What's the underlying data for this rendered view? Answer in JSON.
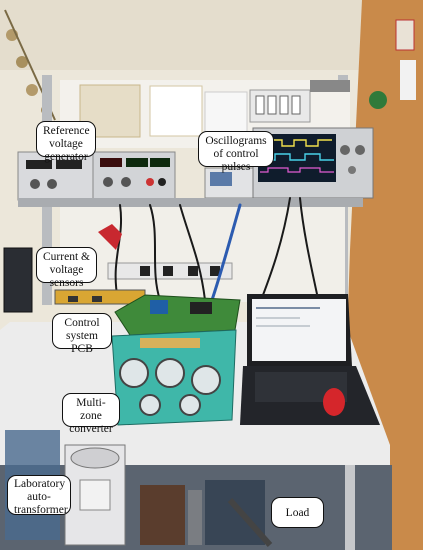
{
  "labels": {
    "reference_generator": "Reference voltage generator",
    "oscillograms": "Oscillograms of control pulses",
    "sensors": "Current & voltage sensors",
    "control_pcb": "Control system PCB",
    "converter": "Multi-zone converter",
    "autotransformer": "Laboratory auto-transformer",
    "load": "Load"
  },
  "colors": {
    "wall": "#ece7da",
    "door": "#c98a4a",
    "rack": "#c9ccd0",
    "desk": "#efefef",
    "converter": "#3fb7a9",
    "pcb": "#3f8a3a",
    "laptop": "#1e1f22"
  }
}
